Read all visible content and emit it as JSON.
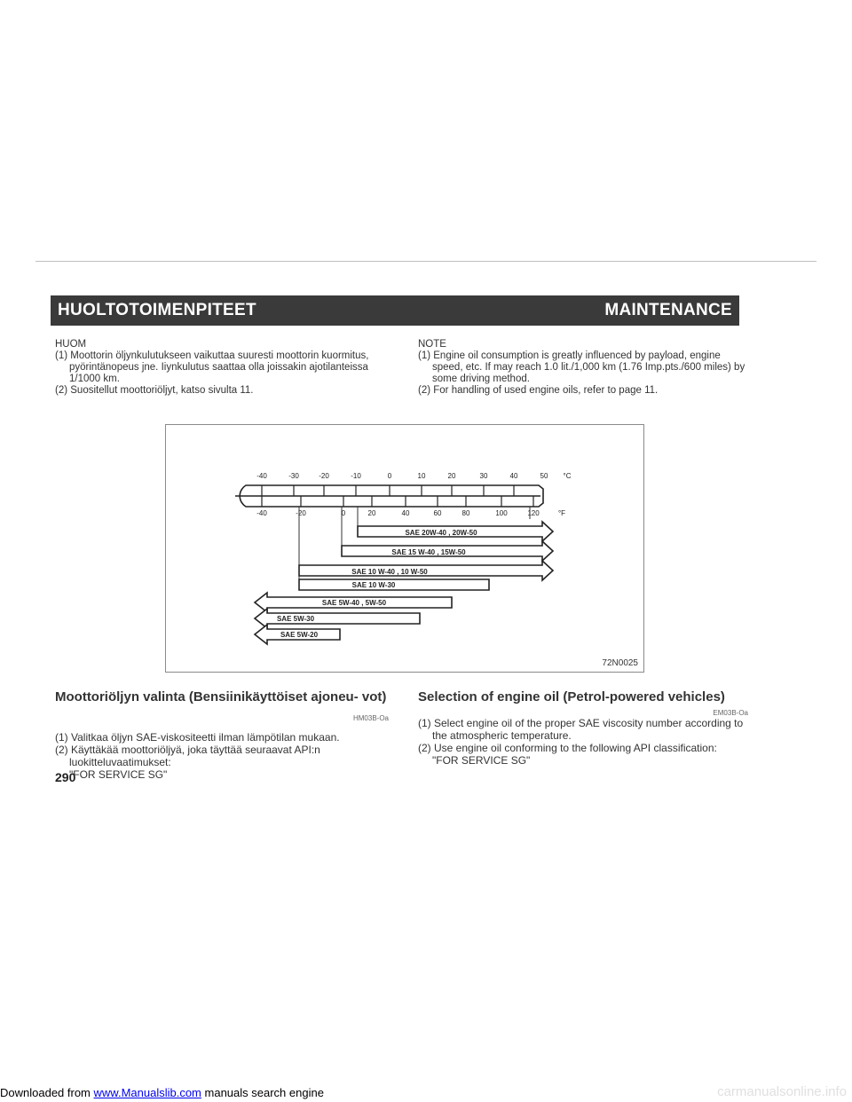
{
  "header": {
    "left_title": "HUOLTOTOIMENPITEET",
    "right_title": "MAINTENANCE"
  },
  "note_fi": {
    "heading": "HUOM",
    "items": [
      "(1) Moottorin öljynkulutukseen vaikuttaa suuresti moottorin kuormitus, pyörintänopeus jne. Iiynkulutus saattaa olla joissakin ajotilanteissa 1/1000 km.",
      "(2) Suositellut moottoriöljyt, katso sivulta 11."
    ]
  },
  "note_en": {
    "heading": "NOTE",
    "items": [
      "(1) Engine oil consumption is greatly influenced by payload, engine speed, etc. If may reach 1.0 lit./1,000 km (1.76 Imp.pts./600 miles) by some driving method.",
      "(2) For handling of used engine oils, refer to page 11."
    ]
  },
  "figure": {
    "code": "72N0025",
    "unit_c": "°C",
    "unit_f": "°F",
    "celsius_ticks": [
      "-40",
      "-30",
      "-20",
      "-10",
      "0",
      "10",
      "20",
      "30",
      "40",
      "50"
    ],
    "fahrenheit_ticks": [
      "-40",
      "-20",
      "0",
      "20",
      "40",
      "60",
      "80",
      "100",
      "120"
    ],
    "grades": [
      "SAE 20W-40 , 20W-50",
      "SAE 15 W-40 , 15W-50",
      "SAE 10 W-40 , 10 W-50",
      "SAE 10 W-30",
      "SAE 5W-40 , 5W-50",
      "SAE 5W-30",
      "SAE 5W-20"
    ]
  },
  "section_fi": {
    "title": "Moottoriöljyn valinta (Bensiinikäyttöiset ajoneu- vot)",
    "code": "HM03B-Oa",
    "items": [
      "(1) Valitkaa öljyn SAE-viskositeetti ilman lämpötilan mukaan.",
      "(2) Käyttäkää moottoriöljyä, joka täyttää seuraavat API:n luokitteluvaatimukset:",
      "\"FOR SERVICE SG\""
    ]
  },
  "section_en": {
    "title": "Selection of engine oil (Petrol-powered vehicles)",
    "code": "EM03B-Oa",
    "items": [
      "(1) Select engine oil of the proper SAE viscosity number according to the atmospheric temperature.",
      "(2) Use engine oil conforming to the following API classification:",
      "\"FOR SERVICE SG\""
    ]
  },
  "page_number": "290",
  "footer": {
    "prefix": "Downloaded from",
    "link": "www.Manualslib.com",
    "suffix": "manuals search engine",
    "watermark": "carmanualsonline.info"
  }
}
